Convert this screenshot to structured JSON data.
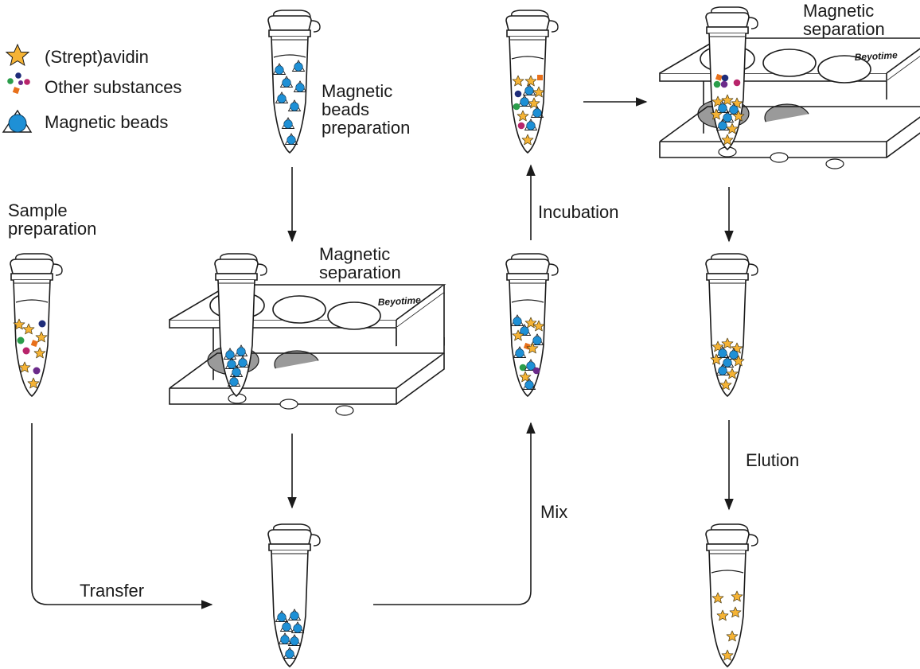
{
  "legend": {
    "items": [
      {
        "label": "(Strept)avidin"
      },
      {
        "label": "Other substances"
      },
      {
        "label": "Magnetic beads"
      }
    ]
  },
  "steps": {
    "beads_prep": [
      "Magnetic",
      "beads",
      "preparation"
    ],
    "sample_prep": [
      "Sample",
      "preparation"
    ],
    "mag_sep_1": [
      "Magnetic",
      "separation"
    ],
    "mag_sep_2": [
      "Magnetic",
      "separation"
    ],
    "transfer": "Transfer",
    "mix": "Mix",
    "incubation": "Incubation",
    "elution": "Elution"
  },
  "brand": "Beyotime",
  "colors": {
    "star": "#f5b335",
    "bead": "#1e90d6",
    "rack_shade": "#9a9a9a",
    "others": [
      "#1f2d7a",
      "#2a9d4a",
      "#b8256b",
      "#e8701a",
      "#6b2a8a"
    ]
  }
}
